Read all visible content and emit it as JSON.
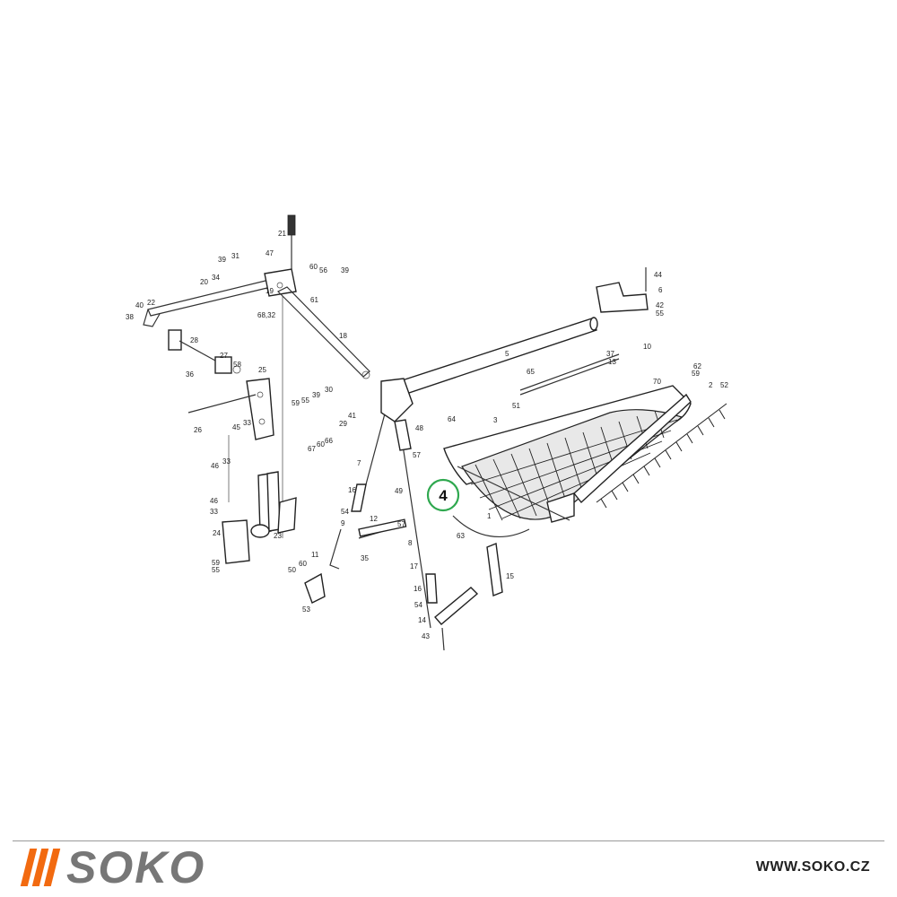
{
  "diagram": {
    "callout": "4",
    "part_labels": [
      "21",
      "31",
      "47",
      "39",
      "34",
      "60",
      "56",
      "39",
      "20",
      "19",
      "61",
      "40",
      "22",
      "38",
      "68,32",
      "18",
      "28",
      "27",
      "58",
      "36",
      "25",
      "55",
      "59",
      "30",
      "39",
      "41",
      "45",
      "33",
      "29",
      "26",
      "60",
      "66",
      "67",
      "46",
      "33",
      "7",
      "48",
      "57",
      "64",
      "3",
      "51",
      "5",
      "65",
      "37",
      "13",
      "10",
      "44",
      "6",
      "42",
      "55",
      "70",
      "62",
      "59",
      "52",
      "2",
      "46",
      "33",
      "16",
      "49",
      "54",
      "9",
      "12",
      "24",
      "23",
      "57",
      "35",
      "50",
      "60",
      "11",
      "53",
      "59",
      "55",
      "8",
      "17",
      "16",
      "54",
      "14",
      "43",
      "15",
      "1",
      "63"
    ]
  },
  "footer": {
    "logo_text": "SOKO",
    "url": "WWW.SOKO.CZ"
  },
  "colors": {
    "logo_bars": "#f26a10",
    "logo_text": "#777777",
    "callout_ring": "#2fa84f"
  }
}
